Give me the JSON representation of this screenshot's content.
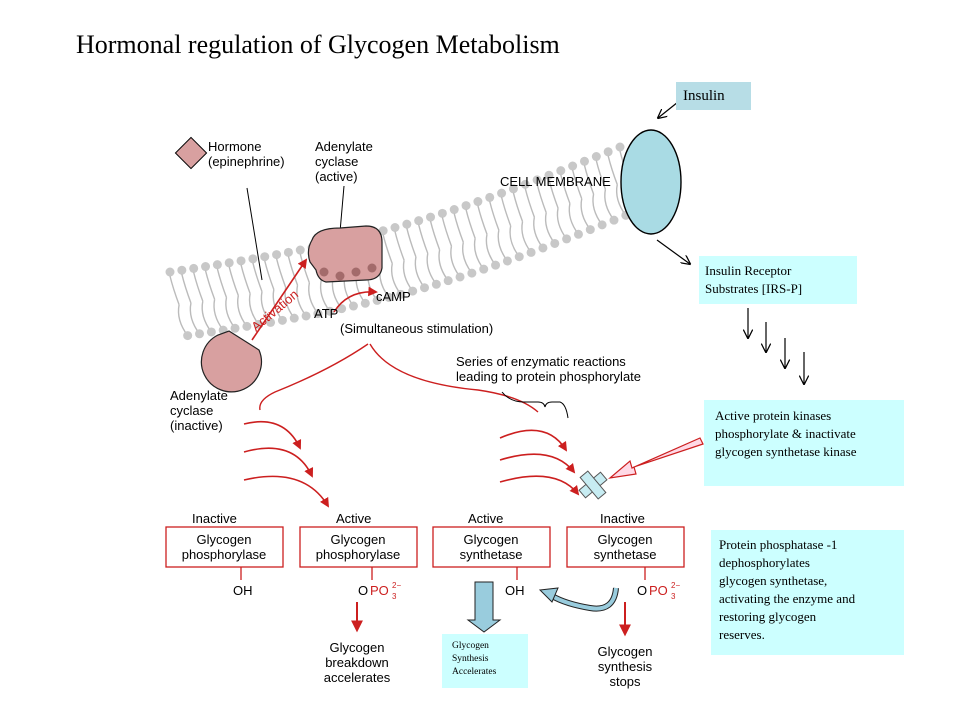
{
  "title": "Hormonal regulation of Glycogen Metabolism",
  "labels": {
    "hormone_1": "Hormone",
    "hormone_2": "(epinephrine)",
    "ac_active_1": "Adenylate",
    "ac_active_2": "cyclase",
    "ac_active_3": "(active)",
    "cell_membrane": "CELL MEMBRANE",
    "activation": "Activation",
    "camp": "cAMP",
    "atp": "ATP",
    "simultaneous": "(Simultaneous stimulation)",
    "ac_inactive_1": "Adenylate",
    "ac_inactive_2": "cyclase",
    "ac_inactive_3": "(inactive)",
    "series_1": "Series of enzymatic reactions",
    "series_2": "leading to protein phosphorylate"
  },
  "enzymes": [
    {
      "state": "Inactive",
      "line1": "Glycogen",
      "line2": "phosphorylase",
      "group": "OH"
    },
    {
      "state": "Active",
      "line1": "Glycogen",
      "line2": "phosphorylase",
      "group": "O",
      "po3": "PO",
      "sub": "3",
      "sup": "2−"
    },
    {
      "state": "Active",
      "line1": "Glycogen",
      "line2": "synthetase",
      "group": "OH"
    },
    {
      "state": "Inactive",
      "line1": "Glycogen",
      "line2": "synthetase",
      "group": "O",
      "po3": "PO",
      "sub": "3",
      "sup": "2−"
    }
  ],
  "outcomes": {
    "breakdown_1": "Glycogen",
    "breakdown_2": "breakdown",
    "breakdown_3": "accelerates",
    "stops_1": "Glycogen",
    "stops_2": "synthesis",
    "stops_3": "stops"
  },
  "boxes": {
    "insulin": "Insulin",
    "irs_1": "Insulin Receptor",
    "irs_2": "Substrates [IRS-P]",
    "kinases_1": "Active protein kinases",
    "kinases_2": "phosphorylate & inactivate",
    "kinases_3": "glycogen synthetase kinase",
    "pp1_1": "Protein phosphatase -1",
    "pp1_2": "dephosphorylates",
    "pp1_3": "glycogen synthetase,",
    "pp1_4": "activating the enzyme and",
    "pp1_5": "restoring glycogen",
    "pp1_6": "reserves.",
    "gsa_1": "Glycogen",
    "gsa_2": "Synthesis",
    "gsa_3": "Accelerates"
  },
  "colors": {
    "red": "#cc1f1f",
    "enzyme_fill": "#d8a0a0",
    "box_fill": "#ccffff",
    "insulin_fill": "#b7dde6",
    "receptor_fill": "#a9dbe4",
    "blue_arrow": "#99ccdd"
  }
}
